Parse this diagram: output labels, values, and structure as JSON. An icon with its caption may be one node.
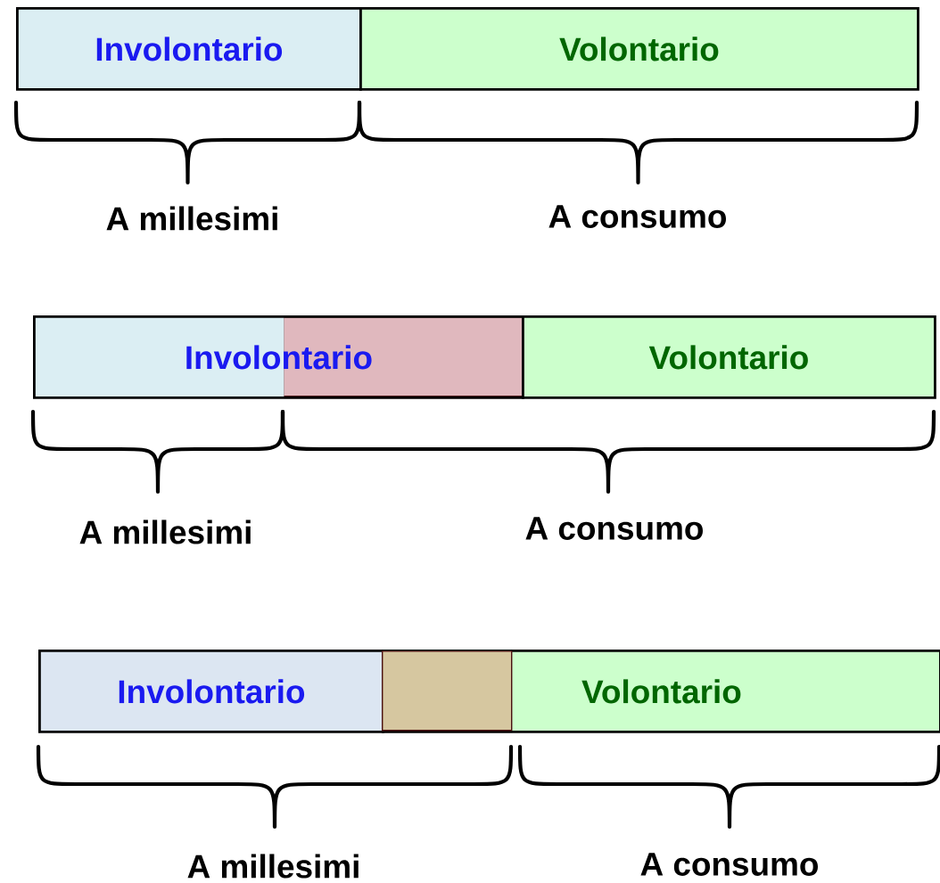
{
  "diagram": {
    "nodes": [
      {
        "text": [
          "Involontario"
        ]
      },
      {
        "text": [
          "Volontario"
        ]
      },
      {
        "text": [
          "Involontario"
        ]
      },
      {
        "text": [],
        "shape": "box",
        "in": 2
      },
      {
        "text": [
          "Volontario"
        ]
      },
      {
        "text": [
          "Involontario"
        ]
      },
      {
        "text": [
          "Volontario"
        ]
      },
      {
        "text": [],
        "shape": "box",
        "in": 6
      }
    ],
    "edges": [],
    "labels": [
      "A millesimi",
      "A consumo",
      "A millesimi",
      "A consumo",
      "A millesimi",
      "A consumo"
    ]
  }
}
